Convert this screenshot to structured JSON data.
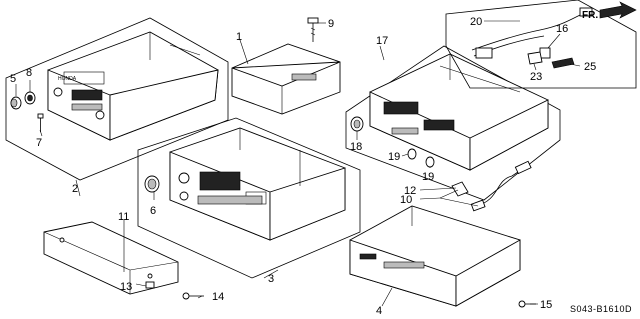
{
  "diagram": {
    "callouts": {
      "c1": "1",
      "c2": "2",
      "c3": "3",
      "c4": "4",
      "c5": "5",
      "c6": "6",
      "c7": "7",
      "c8": "8",
      "c9": "9",
      "c10": "10",
      "c11": "11",
      "c12": "12",
      "c13": "13",
      "c14": "14",
      "c15": "15",
      "c16": "16",
      "c17": "17",
      "c18": "18",
      "c19a": "19",
      "c19b": "19",
      "c20": "20",
      "c23": "23",
      "c25": "25"
    },
    "front_arrow_label": "FR.",
    "diagram_code": "S043-B1610D",
    "unit_brand": "HONDA"
  }
}
